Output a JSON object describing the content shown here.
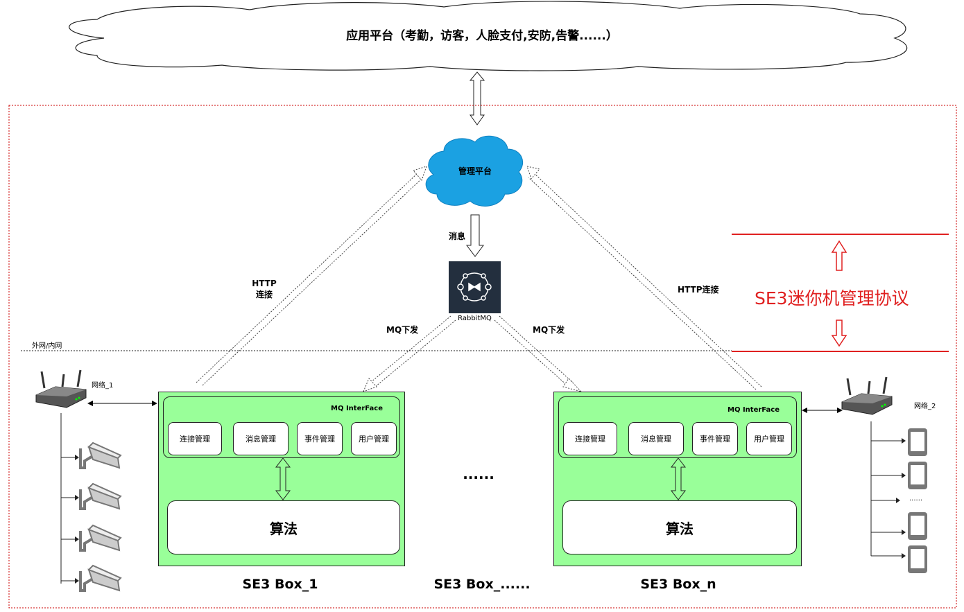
{
  "top_cloud": {
    "label": "应用平台（考勤，访客，人脸支付,安防,告警......）"
  },
  "mgmt_cloud": {
    "label": "管理平台"
  },
  "labels": {
    "message": "消息",
    "rabbitmq": "RabbitMQ",
    "http_left": "HTTP\n连接",
    "http_right": "HTTP连接",
    "mq_down_left": "MQ下发",
    "mq_down_right": "MQ下发",
    "network_boundary": "外网/内网",
    "network_1": "网络_1",
    "network_2": "网络_2",
    "ellipsis_middle": "......",
    "ellipsis_devices": "......"
  },
  "protocol": {
    "label": "SE3迷你机管理协议",
    "color": "#E02020"
  },
  "boxes": [
    {
      "name": "SE3 Box_1",
      "interface": "MQ InterFace",
      "modules": [
        "连接管理",
        "消息管理",
        "事件管理",
        "用户管理"
      ],
      "algorithm": "算法"
    },
    {
      "name": "SE3 Box_n",
      "interface": "MQ InterFace",
      "modules": [
        "连接管理",
        "消息管理",
        "事件管理",
        "用户管理"
      ],
      "algorithm": "算法"
    }
  ],
  "middle_box": {
    "name": "SE3 Box_......"
  },
  "colors": {
    "box_fill": "#99FF99",
    "cloud_fill": "#1BA1E2",
    "frame": "#CC0000",
    "protocol_line": "#E02020"
  },
  "icons": {
    "router": "router-icon",
    "camera": "camera-icon",
    "phone": "phone-icon",
    "rabbitmq": "rabbitmq-icon"
  }
}
